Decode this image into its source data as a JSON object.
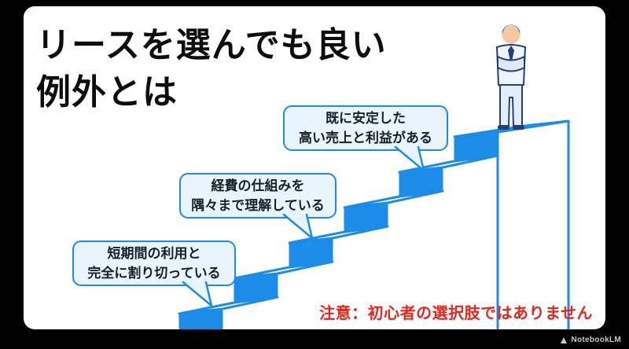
{
  "colors": {
    "accent": "#1b8ce8",
    "bubble-fill": "#e9f4fd",
    "warning": "#e8251a",
    "frame": "#000000",
    "slide": "#ffffff",
    "title": "#0d0d0d"
  },
  "title": {
    "line1": "リースを選んでも良い",
    "line2": "例外とは"
  },
  "bubbles": [
    {
      "line1": "短期間の利用と",
      "line2": "完全に割り切っている"
    },
    {
      "line1": "経費の仕組みを",
      "line2": "隅々まで理解している"
    },
    {
      "line1": "既に安定した",
      "line2": "高い売上と利益がある"
    }
  ],
  "warning_text": "注意：初心者の選択肢ではありません",
  "watermark": "NotebookLM"
}
